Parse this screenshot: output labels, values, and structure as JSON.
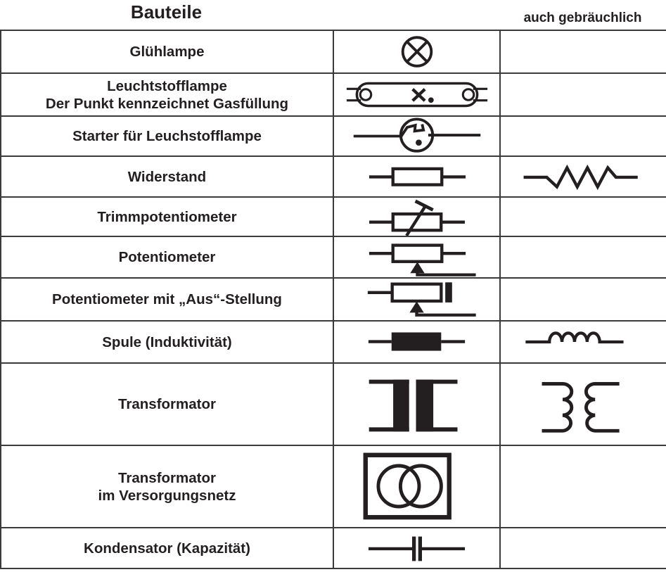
{
  "header": {
    "title": "Bauteile",
    "alt_column_label": "auch gebräuchlich"
  },
  "colors": {
    "ink": "#231f20",
    "grid_line": "#3a3a3a",
    "background": "#ffffff"
  },
  "rows": [
    {
      "label": "Glühlampe",
      "symbol": "incandescent-lamp-circle-x",
      "alt_symbol": ""
    },
    {
      "label": "Leuchtstofflampe\nDer Punkt kennzeichnet Gasfüllung",
      "symbol": "fluorescent-tube",
      "alt_symbol": ""
    },
    {
      "label": "Starter für Leuchstofflampe",
      "symbol": "starter-circle-bimetal-dot",
      "alt_symbol": ""
    },
    {
      "label": "Widerstand",
      "symbol": "resistor-box",
      "alt_symbol": "resistor-zigzag"
    },
    {
      "label": "Trimmpotentiometer",
      "symbol": "resistor-box-diagonal-bar",
      "alt_symbol": ""
    },
    {
      "label": "Potentiometer",
      "symbol": "resistor-box-wiper-arrow",
      "alt_symbol": ""
    },
    {
      "label": "Potentiometer mit „Aus“-Stellung",
      "symbol": "resistor-box-wiper-arrow-off-bar",
      "alt_symbol": ""
    },
    {
      "label": "Spule (Induktivität)",
      "symbol": "filled-inductor-box",
      "alt_symbol": "inductor-loops"
    },
    {
      "label": "Transformator",
      "symbol": "transformer-filled-bars",
      "alt_symbol": "transformer-coil-pair"
    },
    {
      "label": "Transformator\nim Versorgungsnetz",
      "symbol": "box-with-overlapping-circles",
      "alt_symbol": ""
    },
    {
      "label": "Kondensator (Kapazität)",
      "symbol": "capacitor-parallel-plates",
      "alt_symbol": ""
    }
  ]
}
